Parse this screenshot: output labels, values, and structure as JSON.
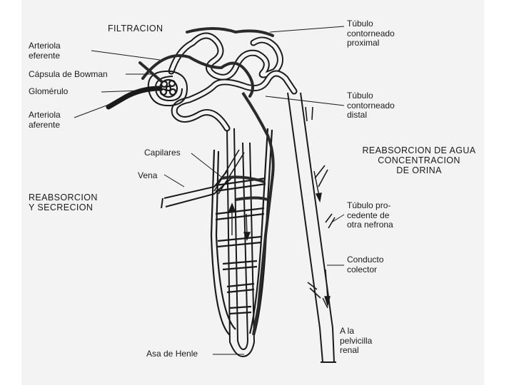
{
  "colors": {
    "paper": "#f3f3f3",
    "ink": "#1a1a1a",
    "dark_vessel": "#2a2a2a",
    "mid_vessel": "#555555",
    "tube_fill": "#ffffff"
  },
  "labels": {
    "filtracion": "FILTRACION",
    "arteriola_eferente": "Arteriola\neferente",
    "capsula_bowman": "Cápsula de Bowman",
    "glomerulo": "Glomérulo",
    "arteriola_aferente": "Arteriola\naferente",
    "tubulo_proximal": "Túbulo\ncontorneado\nproximal",
    "tubulo_distal": "Túbulo\ncontorneado\ndistal",
    "reabsorcion_agua": "REABSORCION DE AGUA\nCONCENTRACION\nDE ORINA",
    "capilares": "Capilares",
    "vena": "Vena",
    "reabsorcion_secrecion": "REABSORCION\nY SECRECION",
    "tubulo_otra_nefrona": "Túbulo pro-\ncedente de\notra nefrona",
    "conducto_colector": "Conducto\ncolector",
    "pelvicilla": "A la\npelvicilla\nrenal",
    "asa_henle": "Asa de Henle"
  }
}
